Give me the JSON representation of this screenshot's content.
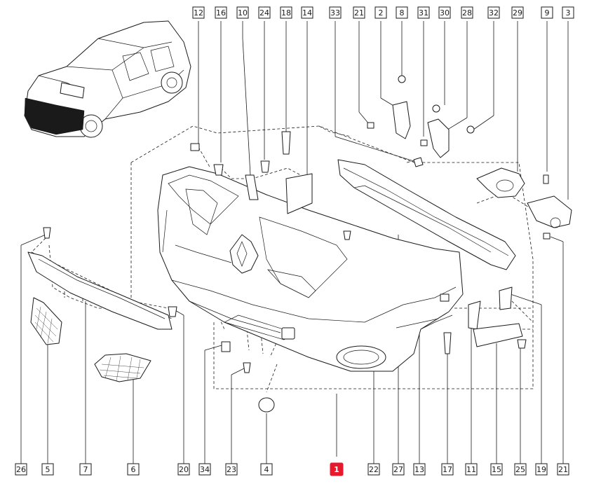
{
  "colors": {
    "line": "#1a1a1a",
    "highlight": "#e8192c",
    "background": "#ffffff"
  },
  "labels": {
    "top": [
      "12",
      "16",
      "10",
      "24",
      "18",
      "14",
      "33",
      "21",
      "2",
      "8",
      "31",
      "30",
      "28",
      "32",
      "29",
      "9",
      "3"
    ],
    "bottom": [
      "26",
      "5",
      "7",
      "6",
      "20",
      "34",
      "23",
      "4",
      "1",
      "22",
      "27",
      "13",
      "17",
      "11",
      "15",
      "25",
      "19",
      "21"
    ]
  },
  "highlighted_part": "1"
}
